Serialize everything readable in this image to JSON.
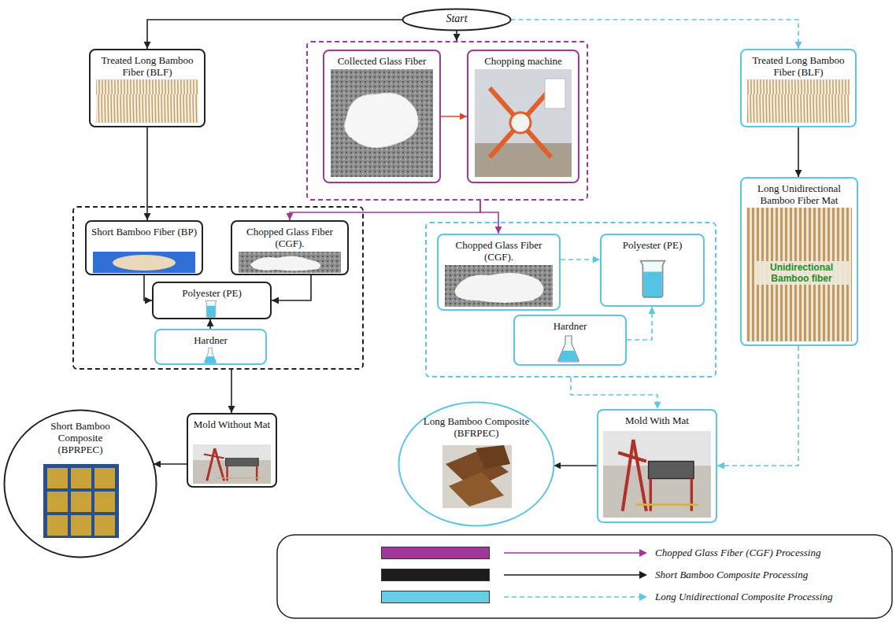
{
  "diagram": {
    "nodes": [
      {
        "text": [
          "Start"
        ]
      },
      {
        "text": [
          "Treated Long Bamboo Fiber (BLF)"
        ]
      },
      {
        "text": []
      },
      {
        "text": [
          "Collected Glass Fiber"
        ],
        "in": 2
      },
      {
        "text": [
          "Chopping machine"
        ],
        "in": 2
      },
      {
        "text": [
          "Treated Long Bamboo Fiber (BLF)"
        ]
      },
      {
        "text": []
      },
      {
        "text": [
          "Short Bamboo Fiber (BP)"
        ],
        "in": 6
      },
      {
        "text": [
          "Chopped Glass Fiber (CGF)."
        ],
        "in": 6
      },
      {
        "text": [
          "Polyester (PE)"
        ],
        "in": 6
      },
      {
        "text": [
          "Hardner"
        ],
        "in": 6
      },
      {
        "text": []
      },
      {
        "text": [
          "Chopped Glass Fiber (CGF)."
        ],
        "in": 11
      },
      {
        "text": [
          "Polyester (PE)"
        ],
        "in": 11
      },
      {
        "text": [
          "Hardner"
        ],
        "in": 11
      },
      {
        "text": [
          "Long Unidirectional Bamboo Fiber Mat"
        ]
      },
      {
        "text": [
          "Mold Without Mat"
        ]
      },
      {
        "text": [
          "Short Bamboo Composite (BPRPEC)"
        ]
      },
      {
        "text": [
          "Mold With Mat"
        ]
      },
      {
        "text": [
          "Long Bamboo Composite (BFRPEC)"
        ]
      }
    ],
    "edges": [
      {
        "from": 0,
        "to": 1,
        "arrow": "to"
      },
      {
        "from": 0,
        "to": 2,
        "arrow": "to"
      },
      {
        "from": 0,
        "to": 5,
        "arrow": "to"
      },
      {
        "from": 3,
        "to": 4,
        "arrow": "to"
      },
      {
        "from": 1,
        "to": 7,
        "arrow": "to"
      },
      {
        "from": 2,
        "to": 8,
        "arrow": "to"
      },
      {
        "from": 2,
        "to": 12,
        "arrow": "to"
      },
      {
        "from": 7,
        "to": 9,
        "arrow": "to"
      },
      {
        "from": 8,
        "to": 9,
        "arrow": "to"
      },
      {
        "from": 10,
        "to": 9,
        "arrow": "to"
      },
      {
        "from": 12,
        "to": 13,
        "arrow": "to"
      },
      {
        "from": 14,
        "to": 13,
        "arrow": "to"
      },
      {
        "from": 5,
        "to": 15,
        "arrow": "to"
      },
      {
        "from": 6,
        "to": 16,
        "arrow": "to"
      },
      {
        "from": 16,
        "to": 17,
        "arrow": "to"
      },
      {
        "from": 11,
        "to": 18,
        "arrow": "to"
      },
      {
        "from": 15,
        "to": 18,
        "arrow": "to"
      },
      {
        "from": 18,
        "to": 19,
        "arrow": "to"
      }
    ],
    "labels": [
      "Unidirectional Bamboo fiber"
    ],
    "legend": [
      {
        "text": "Chopped Glass Fiber (CGF) Processing",
        "color": "#a2379b"
      },
      {
        "text": "Short Bamboo Composite Processing",
        "color": "#1c1c1c"
      },
      {
        "text": "Long Unidirectional Composite Processing",
        "color": "#67cde6"
      }
    ]
  }
}
